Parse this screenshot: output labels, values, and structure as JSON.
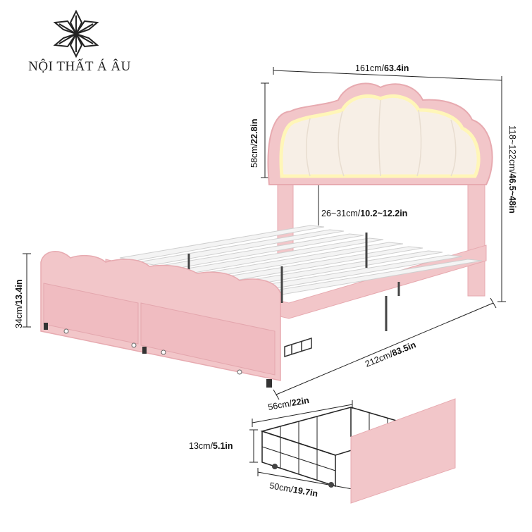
{
  "brand": {
    "name": "NỘI THẤT Á ÂU"
  },
  "colors": {
    "pink": "#f2c6c9",
    "pink_dark": "#e7aab0",
    "cream": "#f7efe6",
    "glow": "#fff6b8",
    "slat": "#efefef",
    "leg": "#333333"
  },
  "dimensions": {
    "width": {
      "metric": "161cm/",
      "imperial": "63.4in"
    },
    "headboard_height": {
      "metric": "58cm/",
      "imperial": "22.8in"
    },
    "total_height": {
      "metric": "118~122cm/",
      "imperial": "46.5~48in"
    },
    "clearance": {
      "metric": "26~31cm/",
      "imperial": "10.2~12.2in"
    },
    "footboard_height": {
      "metric": "34cm/",
      "imperial": "13.4in"
    },
    "length": {
      "metric": "212cm/",
      "imperial": "83.5in"
    },
    "drawer_depth": {
      "metric": "56cm/",
      "imperial": "22in"
    },
    "drawer_height": {
      "metric": "13cm/",
      "imperial": "5.1in"
    },
    "drawer_width": {
      "metric": "50cm/",
      "imperial": "19.7in"
    }
  }
}
